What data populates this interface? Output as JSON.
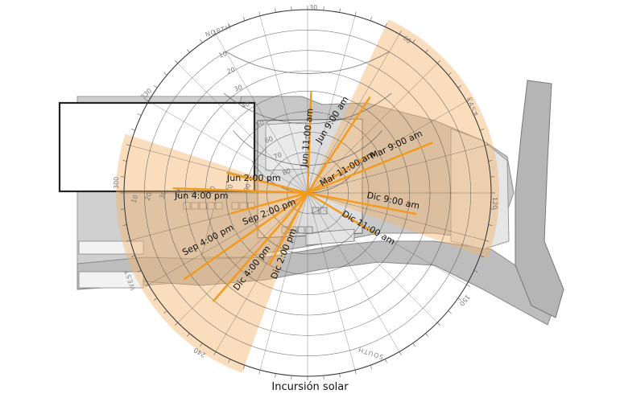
{
  "caption": "Incursión solar",
  "cardinal": {
    "north": "NORTH",
    "east": "EAST",
    "south": "SOUTH",
    "west": "WEST"
  },
  "degree_labels": [
    "30",
    "60",
    "120",
    "150",
    "240",
    "300",
    "330",
    "10",
    "20",
    "30",
    "40",
    "50",
    "60",
    "70",
    "80",
    "10",
    "20",
    "30",
    "40",
    "50",
    "60",
    "70",
    "80"
  ],
  "sun_positions": [
    {
      "label": "Jun 9:00 am",
      "azimuth": 33,
      "reach": 0.62
    },
    {
      "label": "Jun 11:00 am",
      "azimuth": 2,
      "reach": 0.55
    },
    {
      "label": "Mar 9:00 am",
      "azimuth": 68,
      "reach": 0.73
    },
    {
      "label": "Mar 11:00 am",
      "azimuth": 58,
      "reach": 0.38
    },
    {
      "label": "Jun 2:00 pm",
      "azimuth": 284,
      "reach": 0.45
    },
    {
      "label": "Jun 4:00 pm",
      "azimuth": 272,
      "reach": 0.73
    },
    {
      "label": "Sep 2:00 pm",
      "azimuth": 255,
      "reach": 0.43
    },
    {
      "label": "Sep 4:00 pm",
      "azimuth": 235,
      "reach": 0.82
    },
    {
      "label": "Dic 9:00 am",
      "azimuth": 101,
      "reach": 0.6
    },
    {
      "label": "Dic 11:00 am",
      "azimuth": 121,
      "reach": 0.42
    },
    {
      "label": "Dic 2:00 pm",
      "azimuth": 208,
      "reach": 0.44
    },
    {
      "label": "Dic 4:00 pm",
      "azimuth": 221,
      "reach": 0.78
    }
  ]
}
